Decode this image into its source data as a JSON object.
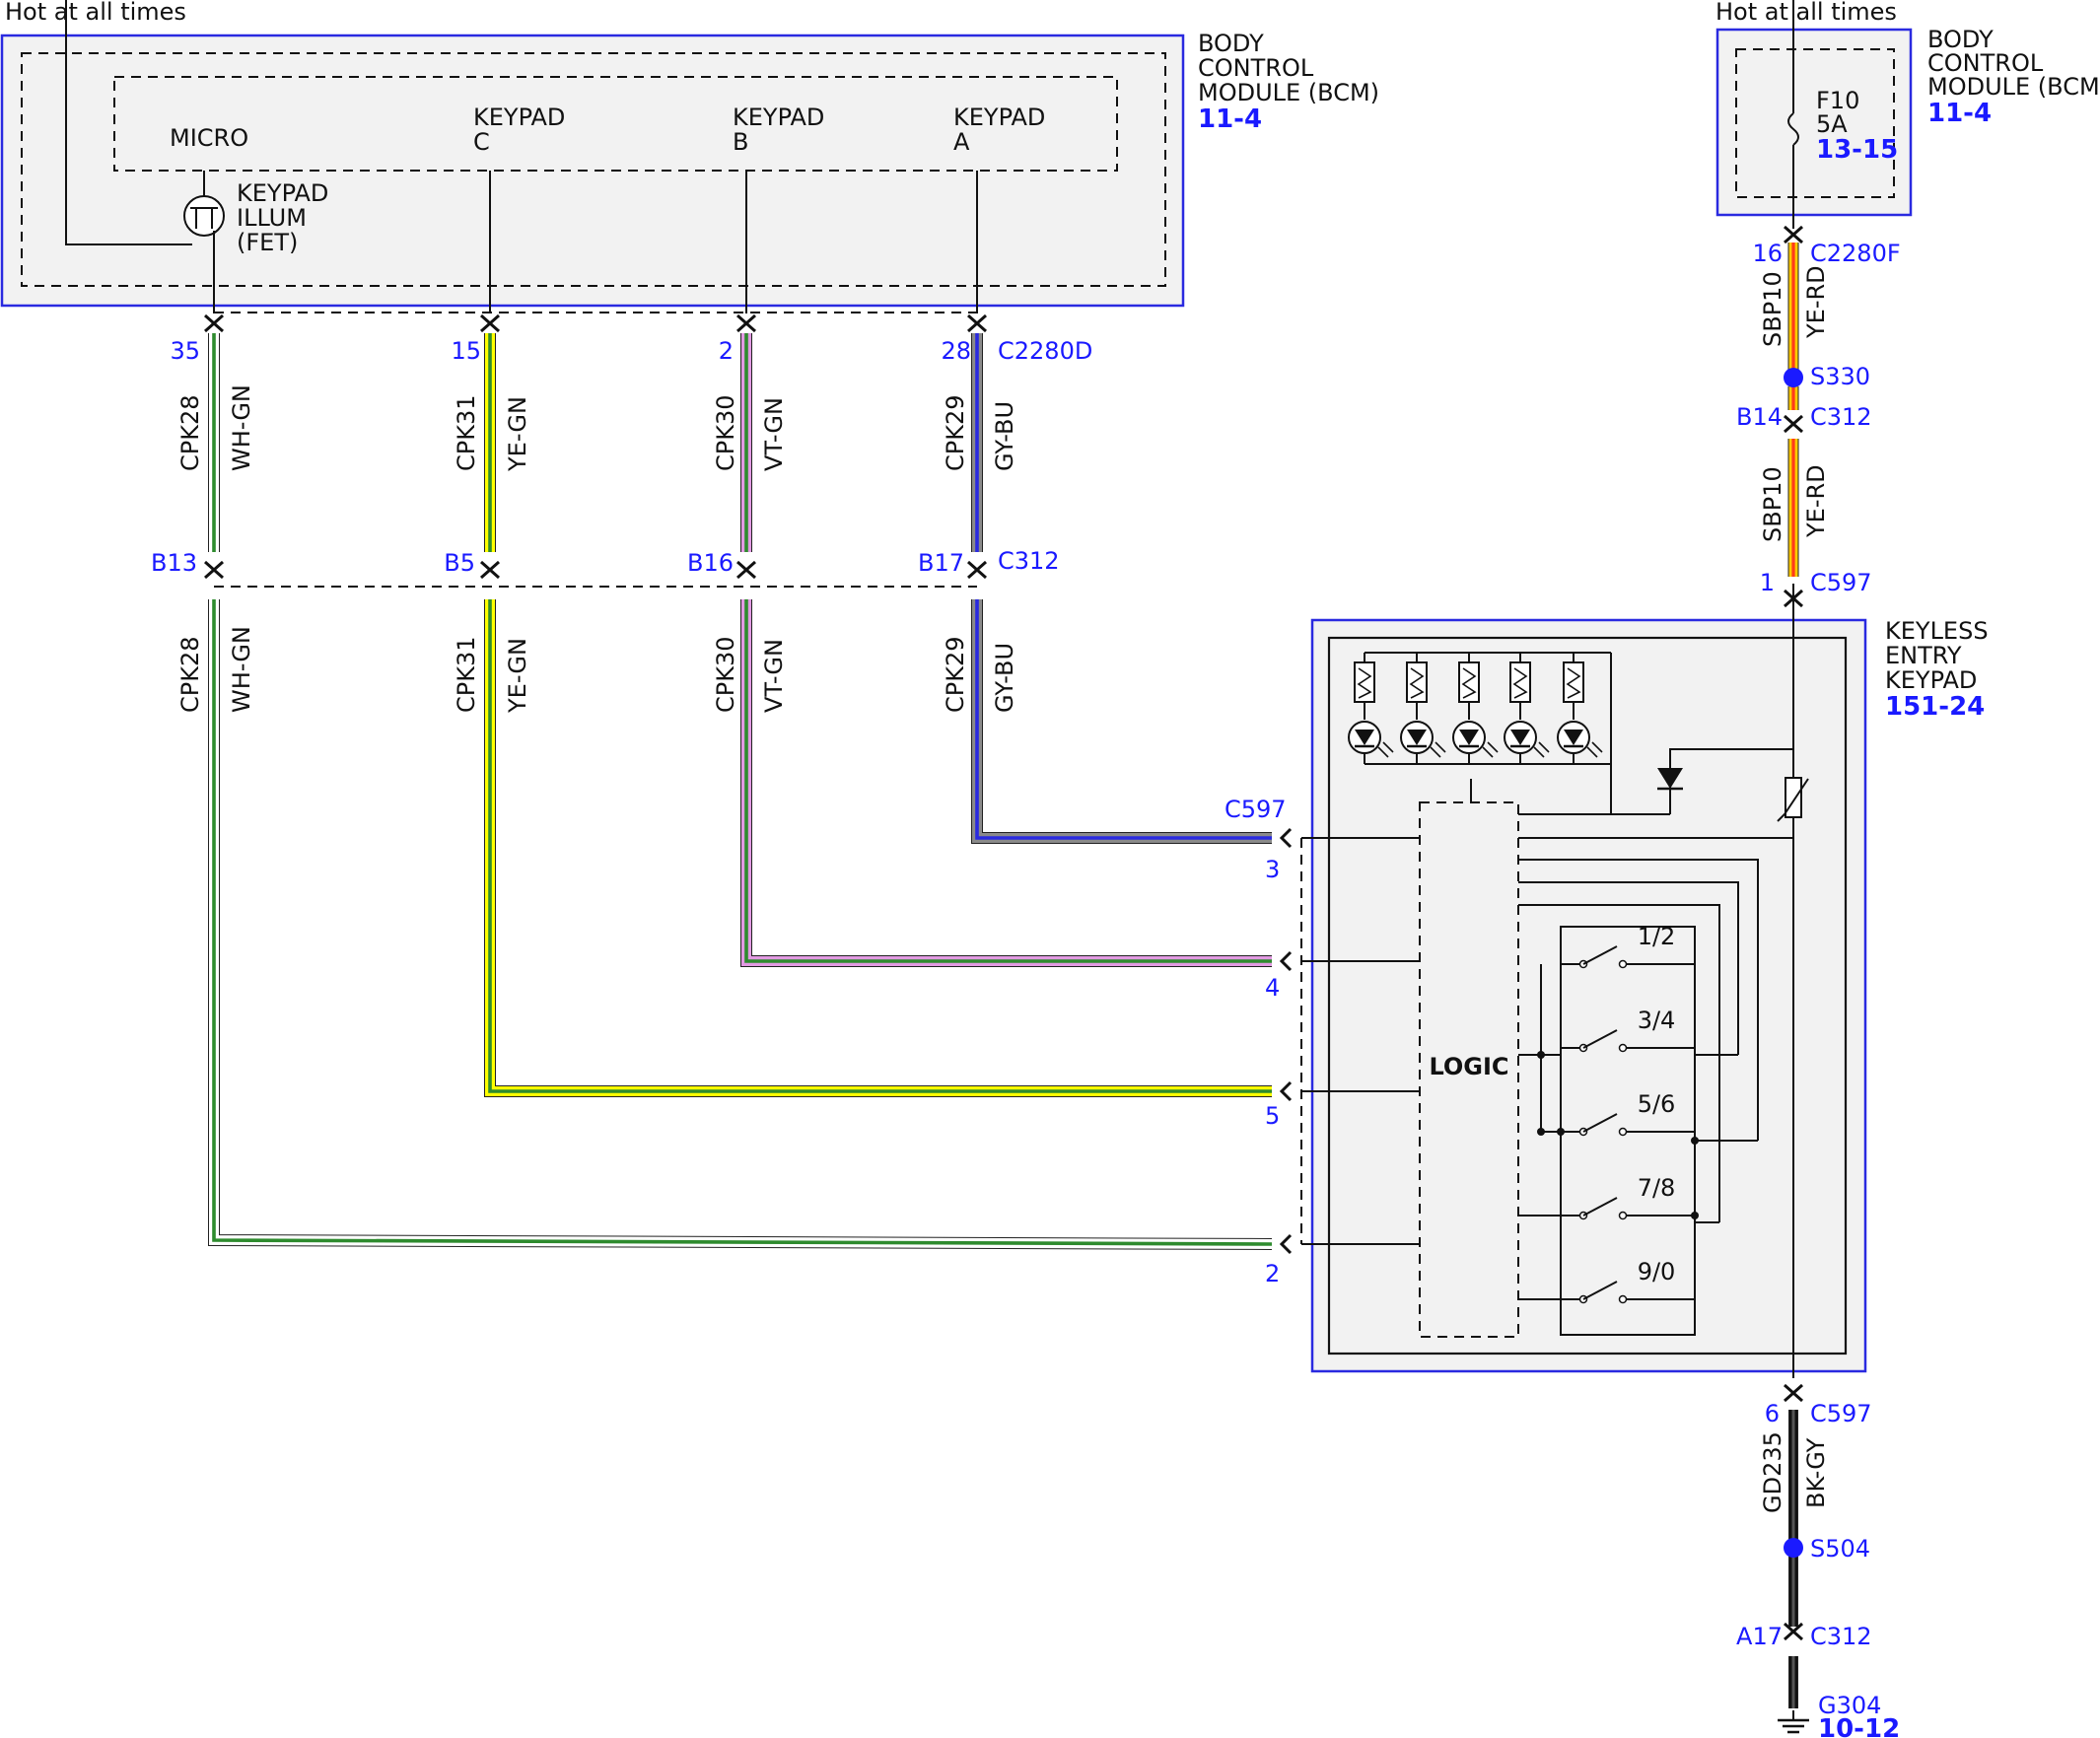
{
  "hot_label_left": "Hot at all times",
  "hot_label_right": "Hot at all times",
  "bcm_left": {
    "line1": "BODY",
    "line2": "CONTROL",
    "line3": "MODULE (BCM)",
    "ref": "11-4"
  },
  "bcm_right": {
    "line1": "BODY",
    "line2": "CONTROL",
    "line3": "MODULE (BCM)",
    "ref": "11-4"
  },
  "micro_label": "MICRO",
  "fet_label": {
    "line1": "KEYPAD",
    "line2": "ILLUM",
    "line3": "(FET)"
  },
  "keypad_pins": [
    {
      "line1": "KEYPAD",
      "line2": "C"
    },
    {
      "line1": "KEYPAD",
      "line2": "B"
    },
    {
      "line1": "KEYPAD",
      "line2": "A"
    }
  ],
  "fuse": {
    "name": "F10",
    "rating": "5A",
    "ref": "13-15"
  },
  "connector_c2280d": "C2280D",
  "connector_c2280f": "C2280F",
  "connector_c312": "C312",
  "connector_c597": "C597",
  "wires": [
    {
      "circuit": "CPK28",
      "color": "WH-GN",
      "bcm_pin": "35",
      "c312_pin": "B13",
      "c597_pin": "2",
      "colors": [
        "#ffffff",
        "#2e8b2e"
      ]
    },
    {
      "circuit": "CPK31",
      "color": "YE-GN",
      "bcm_pin": "15",
      "c312_pin": "B5",
      "c597_pin": "5",
      "colors": [
        "#ffff00",
        "#2e8b2e"
      ]
    },
    {
      "circuit": "CPK30",
      "color": "VT-GN",
      "bcm_pin": "2",
      "c312_pin": "B16",
      "c597_pin": "4",
      "colors": [
        "#e29ae2",
        "#2e8b2e"
      ]
    },
    {
      "circuit": "CPK29",
      "color": "GY-BU",
      "bcm_pin": "28",
      "c312_pin": "B17",
      "c597_pin": "3",
      "colors": [
        "#8a8a8a",
        "#2a2ae0"
      ]
    }
  ],
  "power_feed": {
    "c2280f_pin": "16",
    "circuit": "SBP10",
    "color": "YE-RD",
    "splice": "S330",
    "c312_pin": "B14",
    "c597_pin": "1",
    "colors": [
      "#ffcc00",
      "#ff3b1a"
    ]
  },
  "ground_feed": {
    "c597_pin": "6",
    "circuit": "GD235",
    "color": "BK-GY",
    "splice": "S504",
    "c312_pin": "A17",
    "ground": "G304",
    "ground_ref": "10-12",
    "colors": [
      "#111111",
      "#555555"
    ]
  },
  "keypad_module": {
    "line1": "KEYLESS",
    "line2": "ENTRY",
    "line3": "KEYPAD",
    "ref": "151-24"
  },
  "logic_label": "LOGIC",
  "switch_labels": [
    "1/2",
    "3/4",
    "5/6",
    "7/8",
    "9/0"
  ]
}
